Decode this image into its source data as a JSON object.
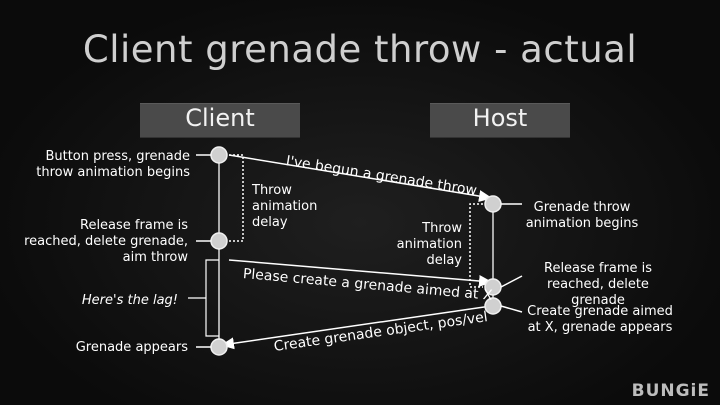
{
  "title": "Client grenade throw - actual",
  "lanes": {
    "client": "Client",
    "host": "Host"
  },
  "client_notes": {
    "button_press": "Button press, grenade throw animation begins",
    "release_frame": "Release frame is reached, delete grenade, aim throw",
    "lag": "Here's the lag!",
    "grenade_appears": "Grenade appears"
  },
  "host_notes": {
    "throw_begins": "Grenade throw animation begins",
    "release_frame": "Release frame is reached, delete grenade",
    "create_aimed": "Create grenade aimed at X, grenade appears"
  },
  "delays": {
    "client": "Throw animation delay",
    "host": "Throw animation delay"
  },
  "messages": {
    "begun": "I've begun a grenade throw",
    "create_aimed": "Please create a grenade aimed at X",
    "create_object": "Create grenade object, pos/vel"
  },
  "logo": "BUNGiE",
  "colors": {
    "lane_bar": "#4a4a4a",
    "node": "#d0d0d0",
    "line": "#ffffff"
  }
}
